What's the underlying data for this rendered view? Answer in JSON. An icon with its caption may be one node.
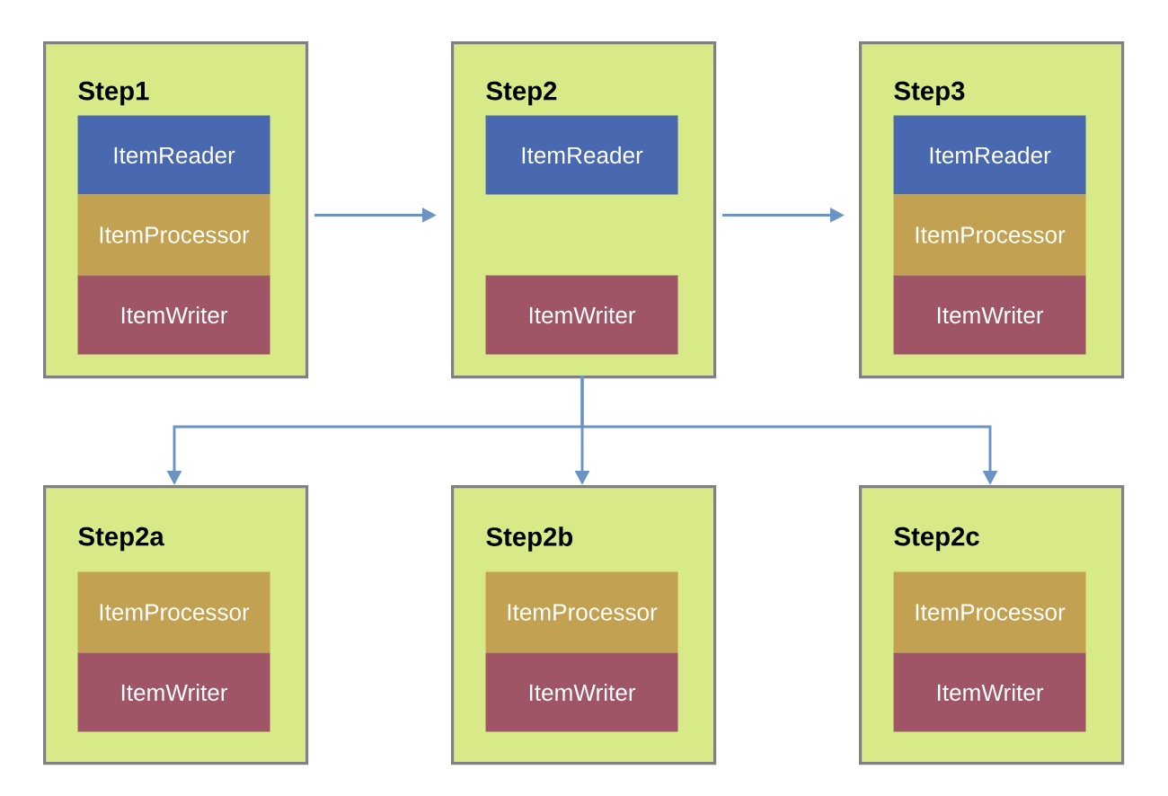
{
  "diagram": {
    "nodes": [
      {
        "text": [
          "Step1"
        ]
      },
      {
        "text": [
          "ItemReader"
        ],
        "in": 0
      },
      {
        "text": [
          "ItemProcessor"
        ],
        "in": 0
      },
      {
        "text": [
          "ItemWriter"
        ],
        "in": 0
      },
      {
        "text": [
          "Step2"
        ]
      },
      {
        "text": [
          "ItemReader"
        ],
        "in": 4
      },
      {
        "text": [
          "ItemWriter"
        ],
        "in": 4
      },
      {
        "text": [
          "Step3"
        ]
      },
      {
        "text": [
          "ItemReader"
        ],
        "in": 7
      },
      {
        "text": [
          "ItemProcessor"
        ],
        "in": 7
      },
      {
        "text": [
          "ItemWriter"
        ],
        "in": 7
      },
      {
        "text": [
          "Step2a"
        ]
      },
      {
        "text": [
          "ItemProcessor"
        ],
        "in": 11
      },
      {
        "text": [
          "ItemWriter"
        ],
        "in": 11
      },
      {
        "text": [
          "Step2b"
        ]
      },
      {
        "text": [
          "ItemProcessor"
        ],
        "in": 14
      },
      {
        "text": [
          "ItemWriter"
        ],
        "in": 14
      },
      {
        "text": [
          "Step2c"
        ]
      },
      {
        "text": [
          "ItemProcessor"
        ],
        "in": 17
      },
      {
        "text": [
          "ItemWriter"
        ],
        "in": 17
      }
    ],
    "edges": [
      {
        "from": 0,
        "to": 4,
        "arrow": "to"
      },
      {
        "from": 4,
        "to": 7,
        "arrow": "to"
      },
      {
        "from": 4,
        "to": 11,
        "arrow": "to"
      },
      {
        "from": 4,
        "to": 14,
        "arrow": "to"
      },
      {
        "from": 4,
        "to": 17,
        "arrow": "to"
      }
    ]
  }
}
